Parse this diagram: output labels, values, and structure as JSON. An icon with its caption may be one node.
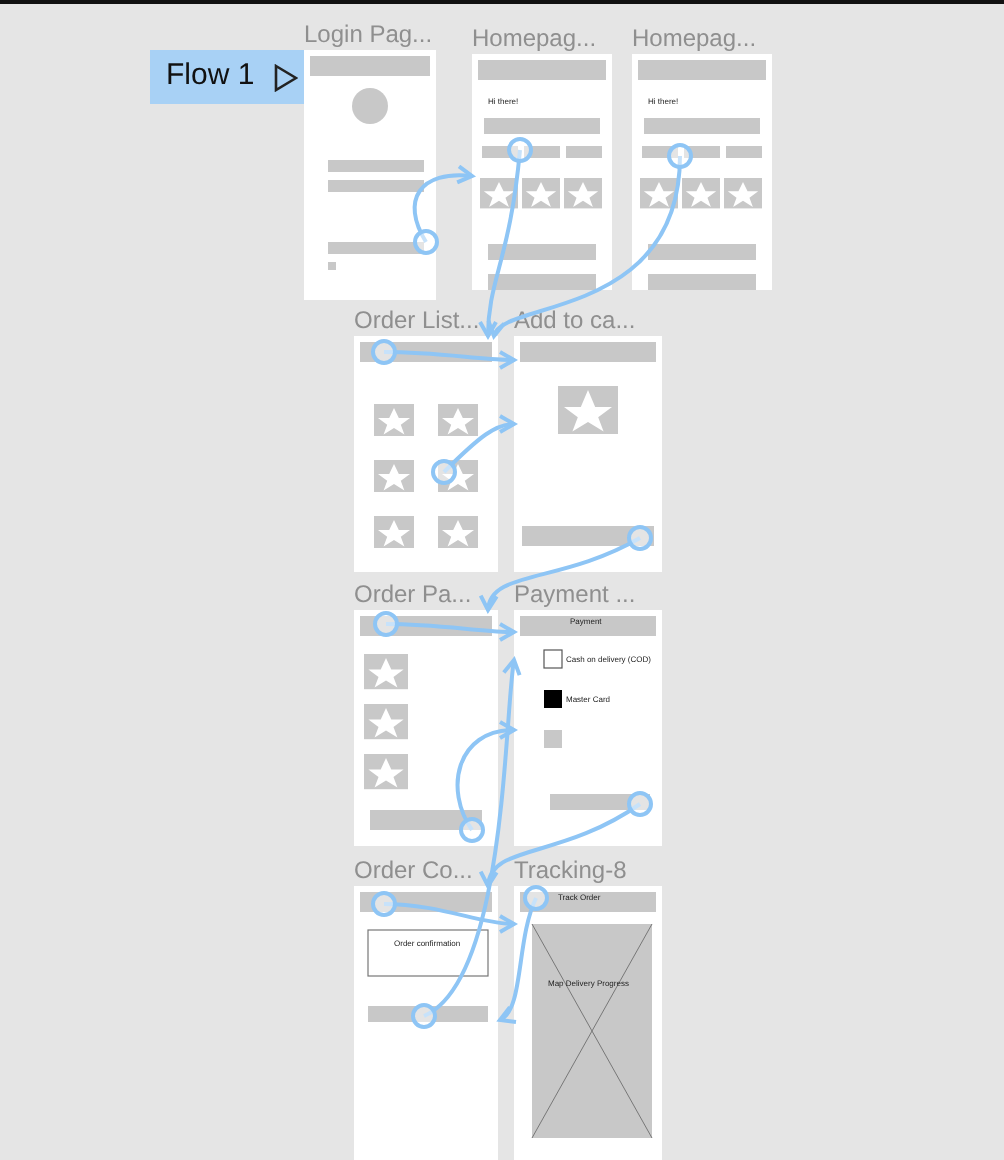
{
  "diagram": {
    "nodes": [
      {
        "text": [
          "Flow 1"
        ]
      },
      {
        "text": [
          "Login Pag..."
        ]
      },
      {
        "text": [
          "Homepag...",
          "Hi there!"
        ]
      },
      {
        "text": [
          "Homepag...",
          "Hi there!"
        ]
      },
      {
        "text": [
          "Order List..."
        ]
      },
      {
        "text": [
          "Add to ca..."
        ]
      },
      {
        "text": [
          "Order Pa..."
        ]
      },
      {
        "text": [
          "Payment ...",
          "Payment",
          "Cash on delivery (COD)",
          "Master Card"
        ]
      },
      {
        "text": [
          "Order Co...",
          "Order confirmation"
        ]
      },
      {
        "text": [
          "Tracking-8",
          "Track Order",
          "Map Delivery Progress"
        ]
      }
    ],
    "edges": [
      {
        "from": 1,
        "to": 2,
        "arrow": "to"
      },
      {
        "from": 2,
        "to": 4,
        "arrow": "to"
      },
      {
        "from": 3,
        "to": 4,
        "arrow": "to"
      },
      {
        "from": 4,
        "to": 5,
        "arrow": "to"
      },
      {
        "from": 4,
        "to": 5,
        "arrow": "to"
      },
      {
        "from": 5,
        "to": 6,
        "arrow": "to"
      },
      {
        "from": 6,
        "to": 7,
        "arrow": "to"
      },
      {
        "from": 6,
        "to": 7,
        "arrow": "to"
      },
      {
        "from": 7,
        "to": 8,
        "arrow": "to"
      },
      {
        "from": 8,
        "to": 9,
        "arrow": "to"
      },
      {
        "from": 9,
        "to": 8,
        "arrow": "to"
      },
      {
        "from": 8,
        "to": 7,
        "arrow": "to"
      }
    ]
  }
}
